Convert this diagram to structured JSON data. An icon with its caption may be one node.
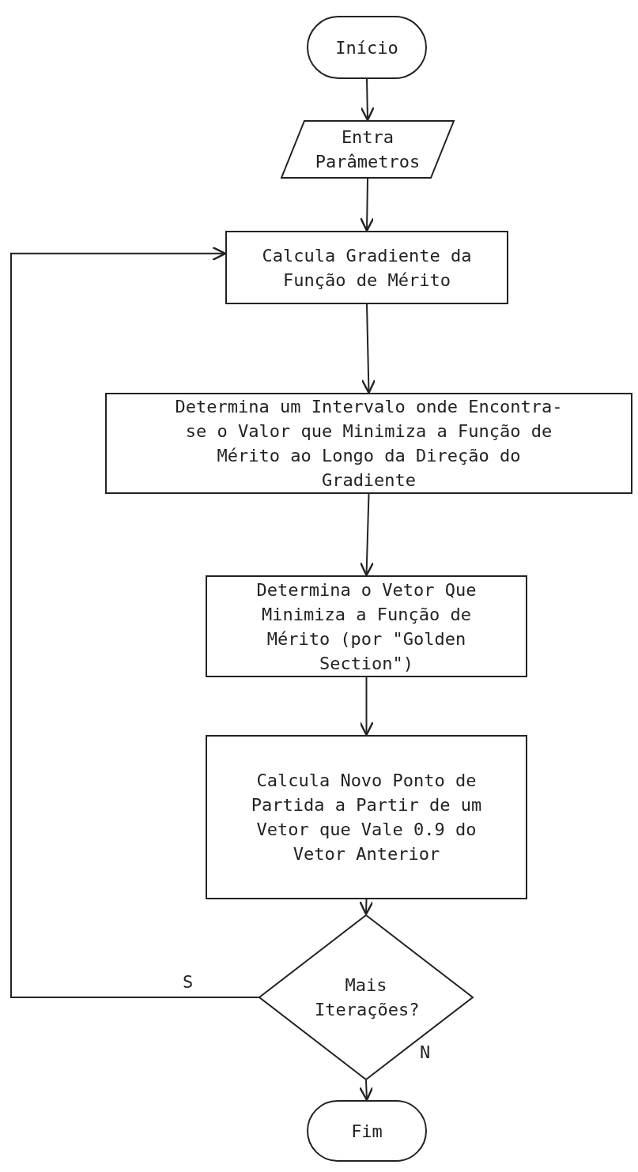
{
  "diagram": {
    "nodes": [
      {
        "text": [
          "Início"
        ]
      },
      {
        "text": [
          "Entra Parâmetros"
        ]
      },
      {
        "text": [
          "Calcula Gradiente da Função de Mérito"
        ]
      },
      {
        "text": [
          "Determina um Intervalo onde Encontra-se o Valor que Minimiza a Função de Mérito ao Longo da Direção do Gradiente"
        ]
      },
      {
        "text": [
          "Determina o Vetor Que Minimiza a Função de Mérito (por \"Golden Section\")"
        ]
      },
      {
        "text": [
          "Calcula Novo Ponto de Partida a Partir de um Vetor que Vale 0.9 do Vetor Anterior"
        ]
      },
      {
        "text": [
          "Mais Iterações?"
        ]
      },
      {
        "text": [
          "Fim"
        ]
      }
    ],
    "edges": [
      {
        "from": 0,
        "to": 1,
        "arrow": "to"
      },
      {
        "from": 1,
        "to": 2,
        "arrow": "to"
      },
      {
        "from": 2,
        "to": 3,
        "arrow": "to"
      },
      {
        "from": 3,
        "to": 4,
        "arrow": "to"
      },
      {
        "from": 4,
        "to": 5,
        "arrow": "to"
      },
      {
        "from": 5,
        "to": 6,
        "arrow": "to"
      },
      {
        "from": 6,
        "to": 2,
        "arrow": "to",
        "label": "S"
      },
      {
        "from": 6,
        "to": 7,
        "arrow": "to",
        "label": "N"
      }
    ]
  }
}
